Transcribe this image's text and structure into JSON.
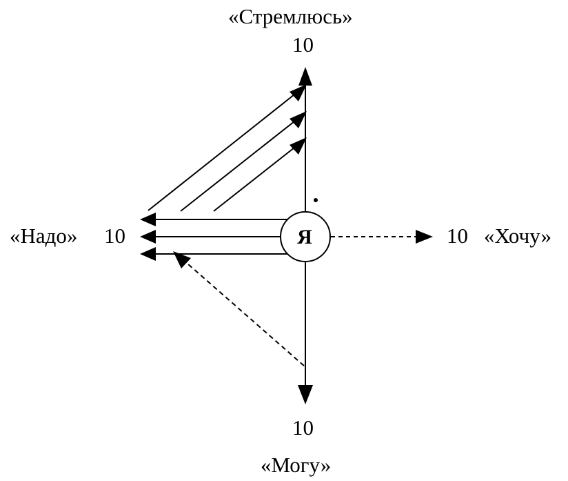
{
  "center": {
    "label": "Я"
  },
  "axes": {
    "top": {
      "label": "«Стремлюсь»",
      "value": "10"
    },
    "left": {
      "label": "«Надо»",
      "value": "10"
    },
    "right": {
      "label": "«Хочу»",
      "value": "10"
    },
    "bottom": {
      "label": "«Могу»",
      "value": "10"
    }
  },
  "colors": {
    "ink": "#000000",
    "background": "#ffffff"
  }
}
